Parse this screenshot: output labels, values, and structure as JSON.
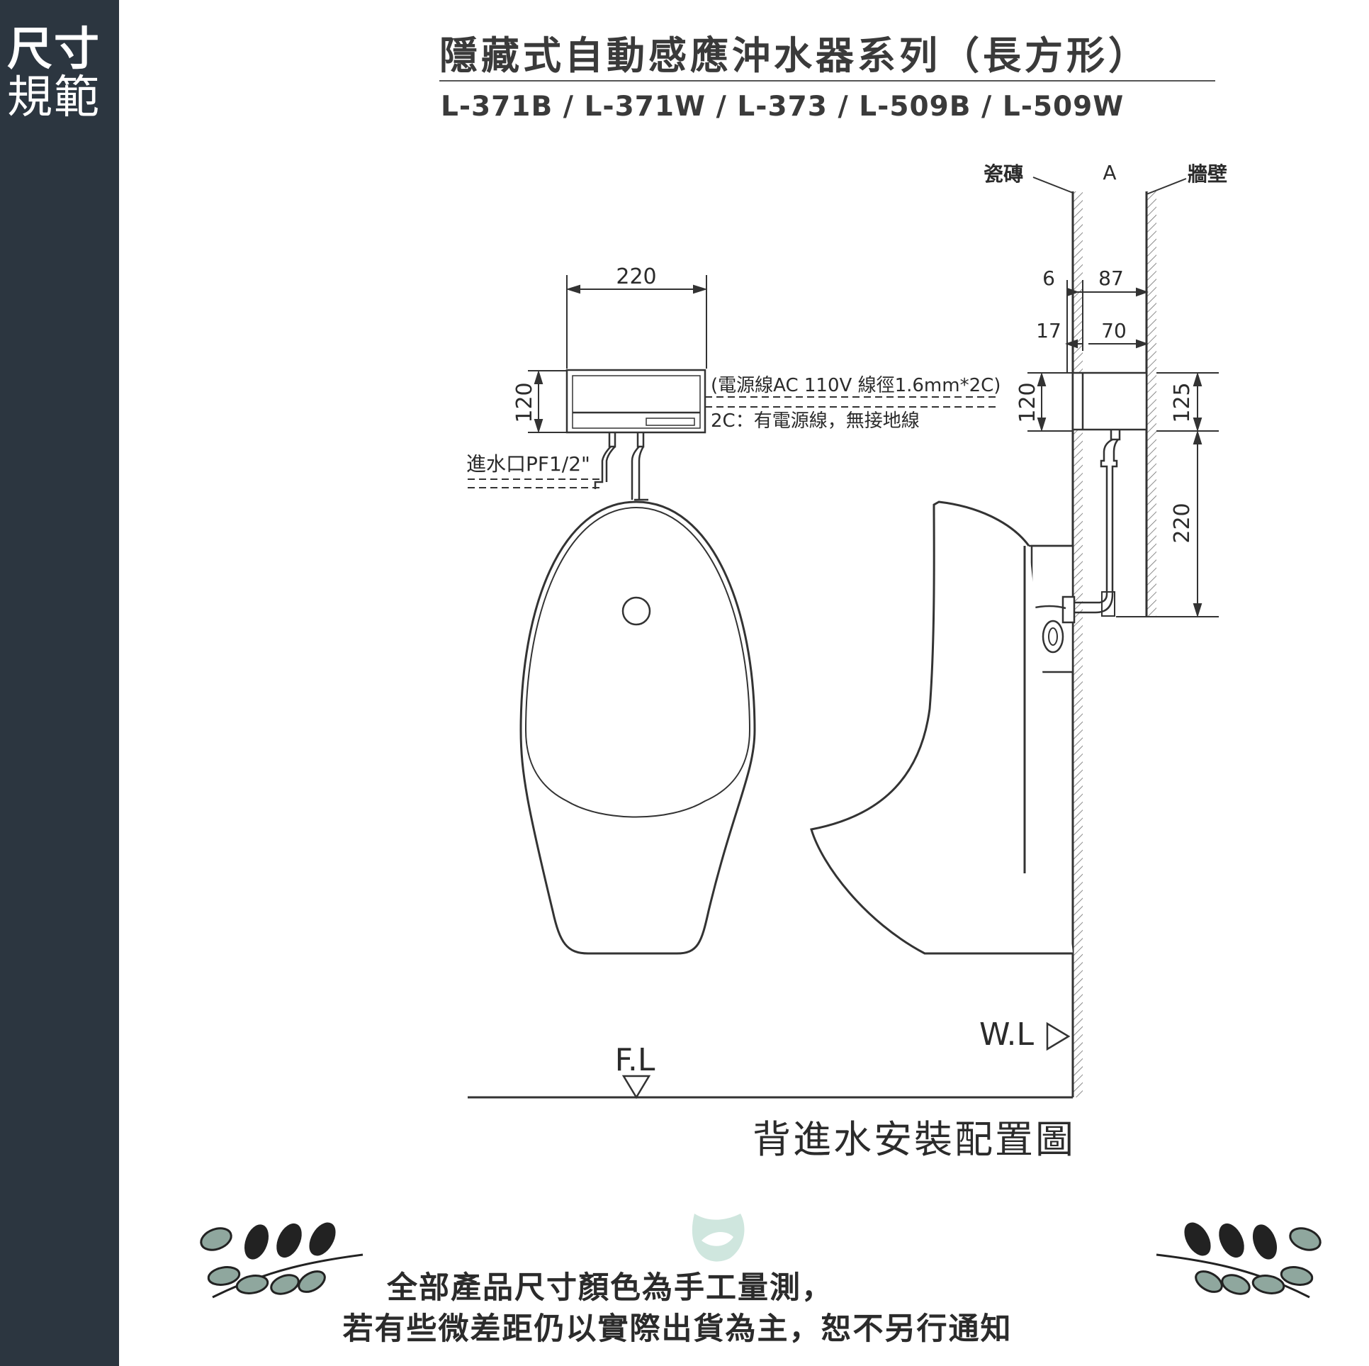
{
  "sidebar": {
    "line1": "尺寸",
    "line2": "規範"
  },
  "header": {
    "title": "隱藏式自動感應沖水器系列（長方形）",
    "models": "L-371B / L-371W / L-373 / L-509B / L-509W"
  },
  "diagram": {
    "dim_width": "220",
    "dim_height_front": "120",
    "power_note": "(電源線AC 110V 線徑1.6mm*2C)",
    "power_note2": "2C：有電源線，無接地線",
    "inlet_label": "進水口PF1/2\"",
    "tile_label": "瓷磚",
    "a_label": "A",
    "wall_label": "牆壁",
    "dim_6": "6",
    "dim_87": "87",
    "dim_17": "17",
    "dim_70": "70",
    "dim_height_side": "120",
    "dim_125": "125",
    "dim_220_vertical": "220",
    "wl_label": "W.L",
    "fl_label": "F.L"
  },
  "caption": "背進水安裝配置圖",
  "notice": {
    "line1": "全部產品尺寸顏色為手工量測，",
    "line2": "若有些微差距仍以實際出貨為主，恕不另行通知"
  }
}
